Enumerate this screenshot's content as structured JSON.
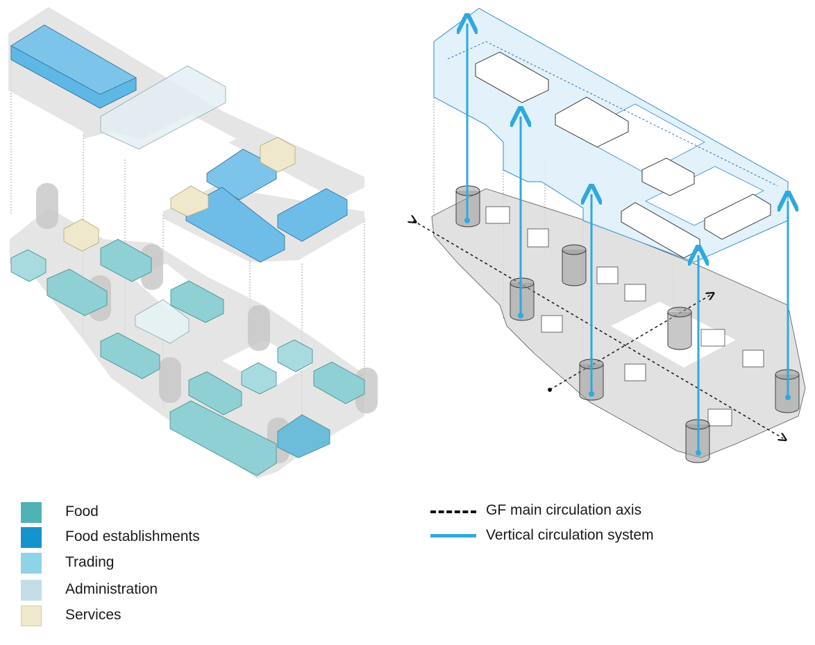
{
  "legend_categories": [
    {
      "label": "Food",
      "color": "#4fb3b5"
    },
    {
      "label": "Food establishments",
      "color": "#1593cc"
    },
    {
      "label": "Trading",
      "color": "#8fd3e8"
    },
    {
      "label": "Administration",
      "color": "#c5dde6"
    },
    {
      "label": "Services",
      "color": "#efe8cc"
    }
  ],
  "legend_circulation": [
    {
      "label": "GF main circulation axis",
      "style": "dashed",
      "color": "#111111"
    },
    {
      "label": "Vertical circulation system",
      "style": "solid",
      "color": "#2fa9de"
    }
  ],
  "colors": {
    "slab": "#dcdcdc",
    "slab_edge": "#c4c4c4",
    "upper_floor_fill": "#dff0fa",
    "upper_floor_edge": "#2f8fd0",
    "core": "#9a9a9a",
    "leader_line": "#8a8a8a"
  }
}
